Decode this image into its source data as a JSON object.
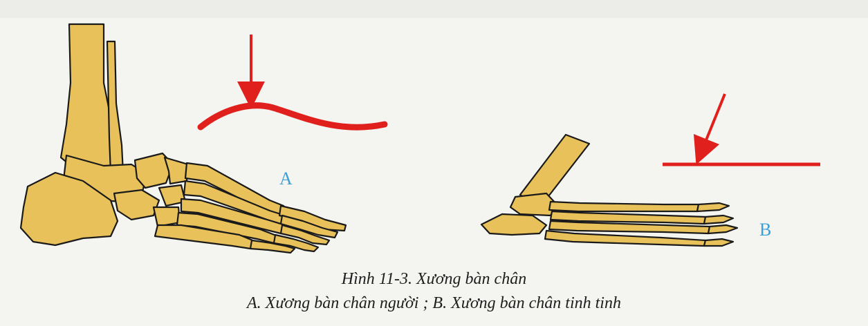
{
  "labels": {
    "a": "A",
    "b": "B"
  },
  "caption": {
    "line1": "Hình 11-3. Xương bàn chân",
    "line2": "A. Xương bàn chân người ; B. Xương bàn chân tinh tinh"
  },
  "colors": {
    "bone_fill": "#e8c15a",
    "bone_stroke": "#1a1a1a",
    "arch_line": "#e0201c",
    "label": "#3aa0d8",
    "background": "#f4f4f1"
  }
}
